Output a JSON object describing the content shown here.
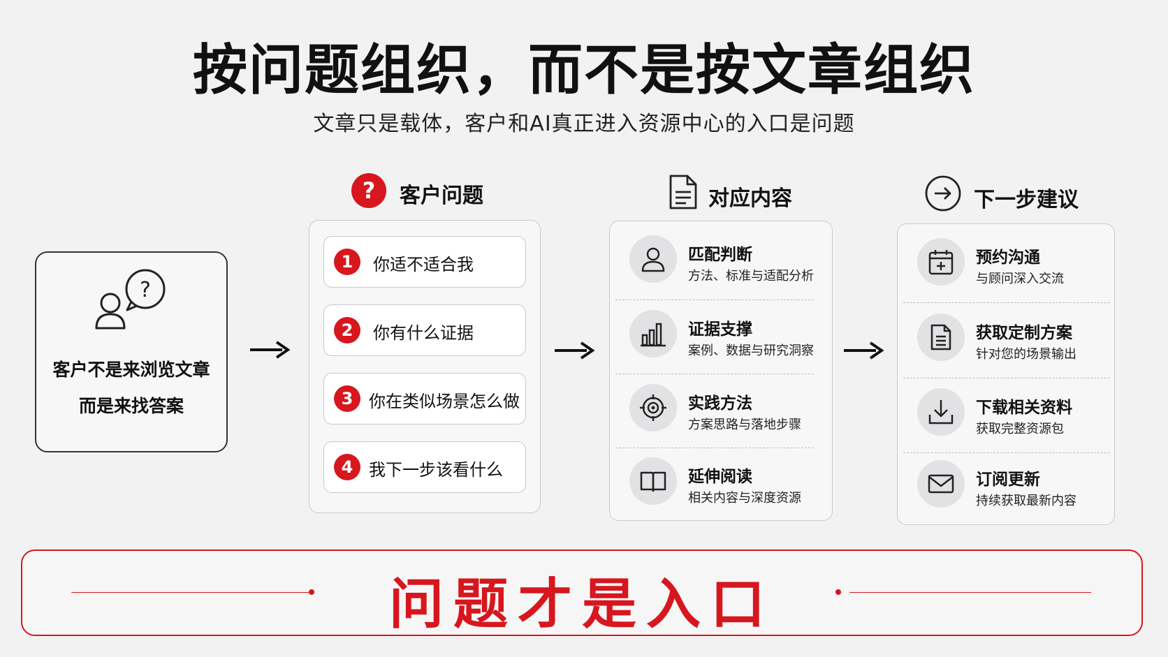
{
  "header": {
    "title": "按问题组织，而不是按文章组织",
    "subtitle": "文章只是载体，客户和AI真正进入资源中心的入口是问题"
  },
  "left": {
    "line1": "客户不是来浏览文章",
    "line2": "而是来找答案",
    "icon": "people-question-icon"
  },
  "columns": {
    "questions": {
      "label": "客户问题",
      "icon": "question-icon",
      "items": [
        {
          "num": "1",
          "text": "你适不适合我"
        },
        {
          "num": "2",
          "text": "你有什么证据"
        },
        {
          "num": "3",
          "text": "你在类似场景怎么做"
        },
        {
          "num": "4",
          "text": "我下一步该看什么"
        }
      ]
    },
    "content": {
      "label": "对应内容",
      "icon": "document-icon",
      "items": [
        {
          "title": "匹配判断",
          "sub": "方法、标准与适配分析",
          "icon": "user-icon"
        },
        {
          "title": "证据支撑",
          "sub": "案例、数据与研究洞察",
          "icon": "bar-chart-icon"
        },
        {
          "title": "实践方法",
          "sub": "方案思路与落地步骤",
          "icon": "target-icon"
        },
        {
          "title": "延伸阅读",
          "sub": "相关内容与深度资源",
          "icon": "book-icon"
        }
      ]
    },
    "next": {
      "label": "下一步建议",
      "icon": "arrow-right-circle-icon",
      "items": [
        {
          "title": "预约沟通",
          "sub": "与顾问深入交流",
          "icon": "calendar-icon"
        },
        {
          "title": "获取定制方案",
          "sub": "针对您的场景输出",
          "icon": "file-icon"
        },
        {
          "title": "下载相关资料",
          "sub": "获取完整资源包",
          "icon": "download-icon"
        },
        {
          "title": "订阅更新",
          "sub": "持续获取最新内容",
          "icon": "mail-icon"
        }
      ]
    }
  },
  "banner": {
    "text": "问题才是入口"
  },
  "colors": {
    "accent": "#d7161e",
    "text": "#111111",
    "background": "#f2f2f3"
  }
}
